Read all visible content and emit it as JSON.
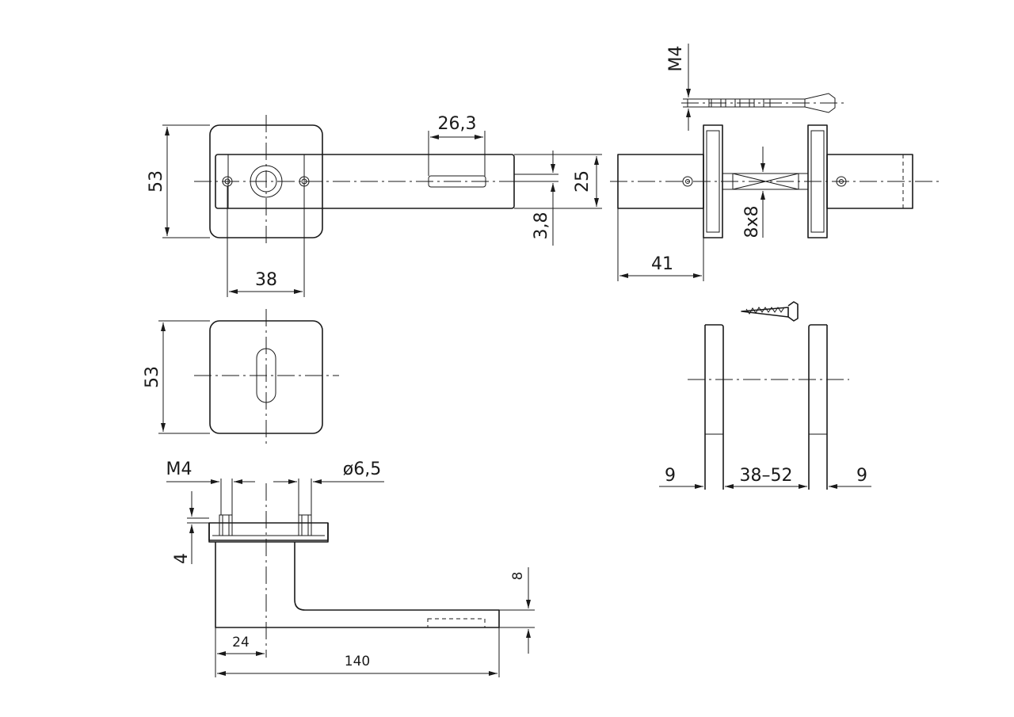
{
  "dimensions": {
    "rose_height_top": "53",
    "cutout_width": "26,3",
    "lever_height": "25",
    "offset": "3,8",
    "hole_spacing": "38",
    "rose_height_bottom": "53",
    "thread_label": "M4",
    "hole_diameter": "ø6,5",
    "plate_thickness": "4",
    "lever_thickness": "8",
    "lever_offset": "24",
    "lever_length": "140",
    "side_label_thread": "M4",
    "spindle_size": "8x8",
    "side_length": "41",
    "door_left": "9",
    "door_range": "38–52",
    "door_right": "9"
  },
  "icons": [
    "machine-screw-icon",
    "wood-screw-icon"
  ]
}
